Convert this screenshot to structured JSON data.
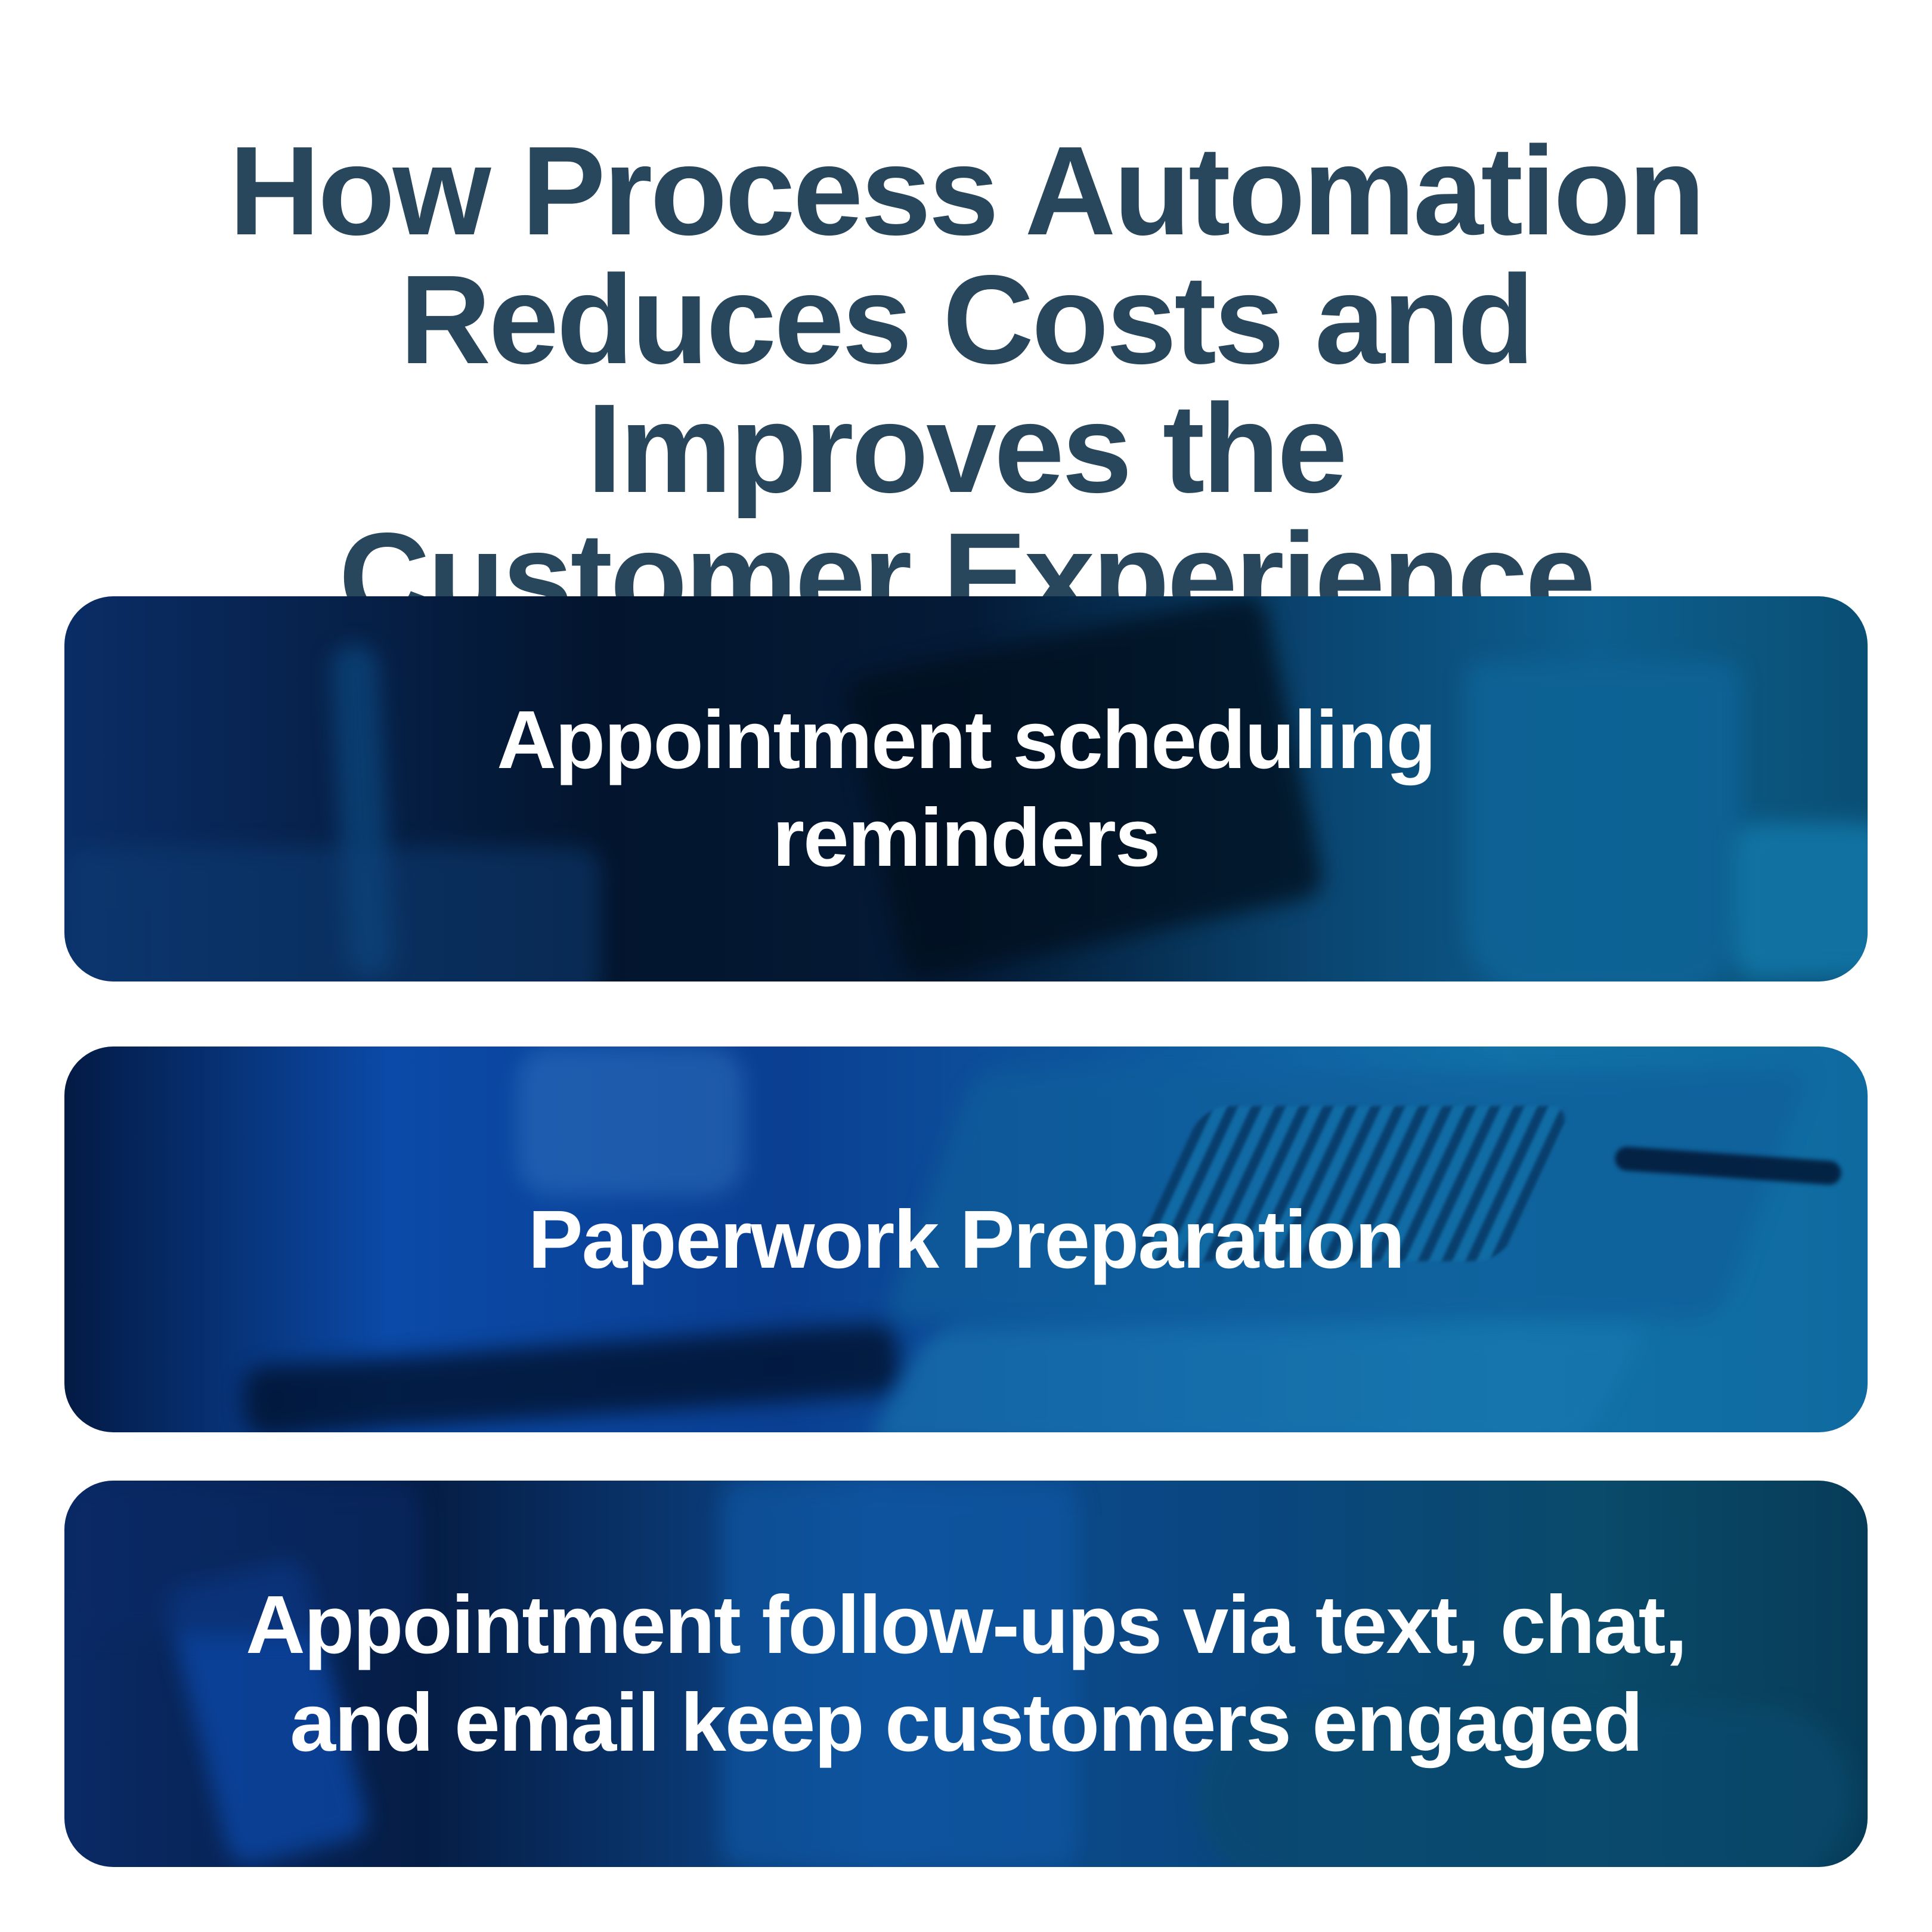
{
  "title": {
    "lines": [
      "How Process Automation",
      "Reduces Costs and",
      "Improves the",
      "Customer Experience"
    ],
    "color": "#28475c"
  },
  "cards": [
    {
      "lines": [
        "Appointment scheduling",
        "reminders"
      ],
      "image": "blue-tinted photo: hand holding phone, pen and coffee mug"
    },
    {
      "lines": [
        "Paperwork Preparation"
      ],
      "image": "blue-tinted photo: laptop, tablet, pen on wooden desk"
    },
    {
      "lines": [
        "Appointment follow-ups via text, chat,",
        "and email keep customers engaged"
      ],
      "image": "blue-tinted photo: person on couch holding phone"
    }
  ],
  "colors": {
    "text_on_cards": "#ffffff",
    "card_navy": "#0a2d66",
    "card_blue": "#0b4aa8",
    "card_teal": "#1272a8"
  }
}
